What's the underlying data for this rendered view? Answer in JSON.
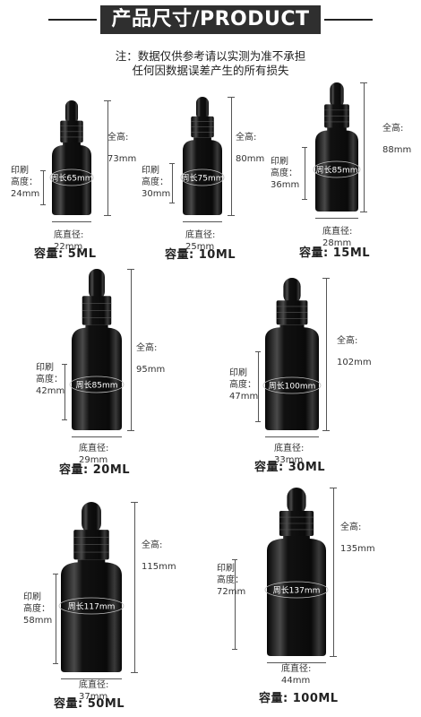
{
  "header": {
    "title": "产品尺寸/PRODUCT"
  },
  "note": {
    "line1": "注：数据仅供参考请以实测为准不承担",
    "line2": "任何因数据误差产生的所有损失"
  },
  "labels": {
    "total_height": "全高:",
    "print_height_1": "印刷",
    "print_height_2": "高度：",
    "base_diameter": "底直径:"
  },
  "products": [
    {
      "capacity": "容量:  5ML",
      "height": "73mm",
      "print_height": "24mm",
      "diameter": "22mm",
      "circumference": "周长65mm"
    },
    {
      "capacity": "容量:  10ML",
      "height": "80mm",
      "print_height": "30mm",
      "diameter": "25mm",
      "circumference": "周长75mm"
    },
    {
      "capacity": "容量:  15ML",
      "height": "88mm",
      "print_height": "36mm",
      "diameter": "28mm",
      "circumference": "周长85mm"
    },
    {
      "capacity": "容量:  20ML",
      "height": "95mm",
      "print_height": "42mm",
      "diameter": "29mm",
      "circumference": "周长85mm"
    },
    {
      "capacity": "容量:  30ML",
      "height": "102mm",
      "print_height": "47mm",
      "diameter": "33mm",
      "circumference": "周长100mm"
    },
    {
      "capacity": "容量:  50ML",
      "height": "115mm",
      "print_height": "58mm",
      "diameter": "37mm",
      "circumference": "周长117mm"
    },
    {
      "capacity": "容量:  100ML",
      "height": "135mm",
      "print_height": "72mm",
      "diameter": "44mm",
      "circumference": "周长137mm"
    }
  ]
}
